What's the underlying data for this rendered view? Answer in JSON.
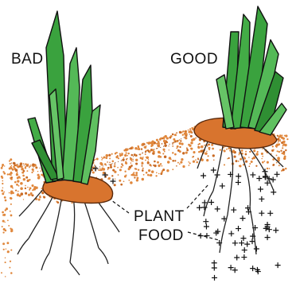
{
  "labels": {
    "bad": "BAD",
    "good": "GOOD",
    "plant": "PLANT",
    "food": "FOOD"
  },
  "colors": {
    "leaf_fill": "#3aa23e",
    "leaf_dark": "#1d5e20",
    "rhizome": "#d8742e",
    "soil": "#e0873c",
    "root": "#222222",
    "outline": "#111111"
  }
}
